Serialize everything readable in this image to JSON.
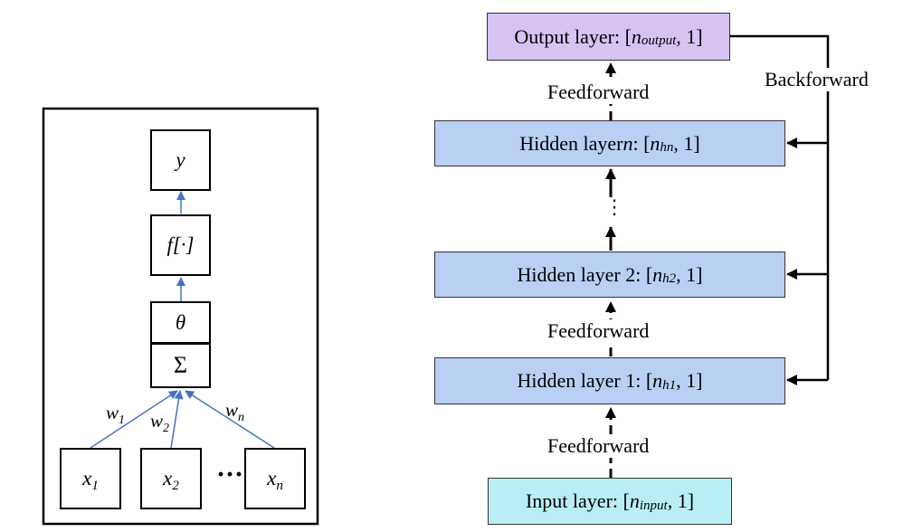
{
  "neuron": {
    "output": "y",
    "activation": "f[·]",
    "theta": "θ",
    "sum": "Σ",
    "inputs": [
      {
        "base": "x",
        "sub": "1"
      },
      {
        "base": "x",
        "sub": "2"
      },
      {
        "base": "x",
        "sub": "n"
      }
    ],
    "dots": "···",
    "weights": [
      {
        "base": "w",
        "sub": "1"
      },
      {
        "base": "w",
        "sub": "2"
      },
      {
        "base": "w",
        "sub": "n"
      }
    ]
  },
  "network": {
    "output_layer": {
      "prefix": "Output layer: [",
      "var": "n",
      "sub": "output",
      "suffix": ", 1]"
    },
    "hidden_n": {
      "prefix": "Hidden layer ",
      "idx": "n",
      "mid": ": [",
      "var": "n",
      "sub": "hn",
      "suffix": ", 1]"
    },
    "ellipsis": "⋮",
    "hidden_2": {
      "prefix": "Hidden layer 2: [",
      "var": "n",
      "sub": "h2",
      "suffix": ", 1]"
    },
    "hidden_1": {
      "prefix": "Hidden layer 1: [",
      "var": "n",
      "sub": "h1",
      "suffix": ", 1]"
    },
    "input_layer": {
      "prefix": "Input layer: [",
      "var": "n",
      "sub": "input",
      "suffix": ", 1]"
    },
    "feedforward_labels": [
      "Feedforward",
      "Feedforward",
      "Feedforward"
    ],
    "backforward_label": "Backforward"
  },
  "colors": {
    "neuron_edge": "#4472c4",
    "hidden_fill": "#b9d0f4",
    "output_fill": "#d6c2f3",
    "input_fill": "#b9eef5"
  }
}
